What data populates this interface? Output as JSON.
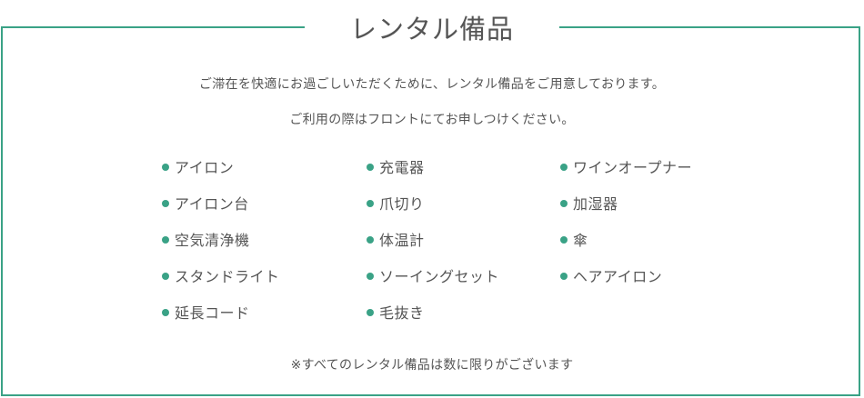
{
  "colors": {
    "accent": "#3aa286",
    "text": "#555555"
  },
  "header": {
    "title": "レンタル備品"
  },
  "intro": {
    "line1": "ご滞在を快適にお過ごしいただくために、レンタル備品をご用意しております。",
    "line2": "ご利用の際はフロントにてお申しつけください。"
  },
  "columns": [
    {
      "items": [
        "アイロン",
        "アイロン台",
        "空気清浄機",
        "スタンドライト",
        "延長コード"
      ]
    },
    {
      "items": [
        "充電器",
        "爪切り",
        "体温計",
        "ソーイングセット",
        "毛抜き"
      ]
    },
    {
      "items": [
        "ワインオープナー",
        "加湿器",
        "傘",
        "ヘアアイロン"
      ]
    }
  ],
  "footer": {
    "note": "※すべてのレンタル備品は数に限りがございます"
  }
}
